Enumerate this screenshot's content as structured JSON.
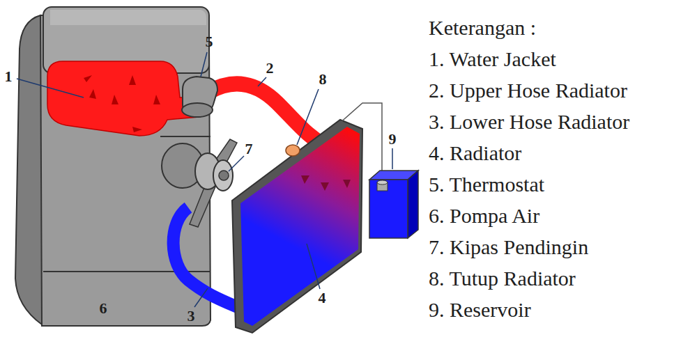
{
  "diagram": {
    "labels": [
      "5",
      "2",
      "8",
      "1",
      "9",
      "7",
      "6",
      "3",
      "4",
      "Keterangan :",
      "1. Water Jacket",
      "2. Upper Hose Radiator",
      "3. Lower Hose Radiator",
      "4. Radiator",
      "5. Thermostat",
      "6. Pompa Air",
      "7. Kipas Pendingin",
      "8. Tutup Radiator",
      "9. Reservoir"
    ]
  }
}
